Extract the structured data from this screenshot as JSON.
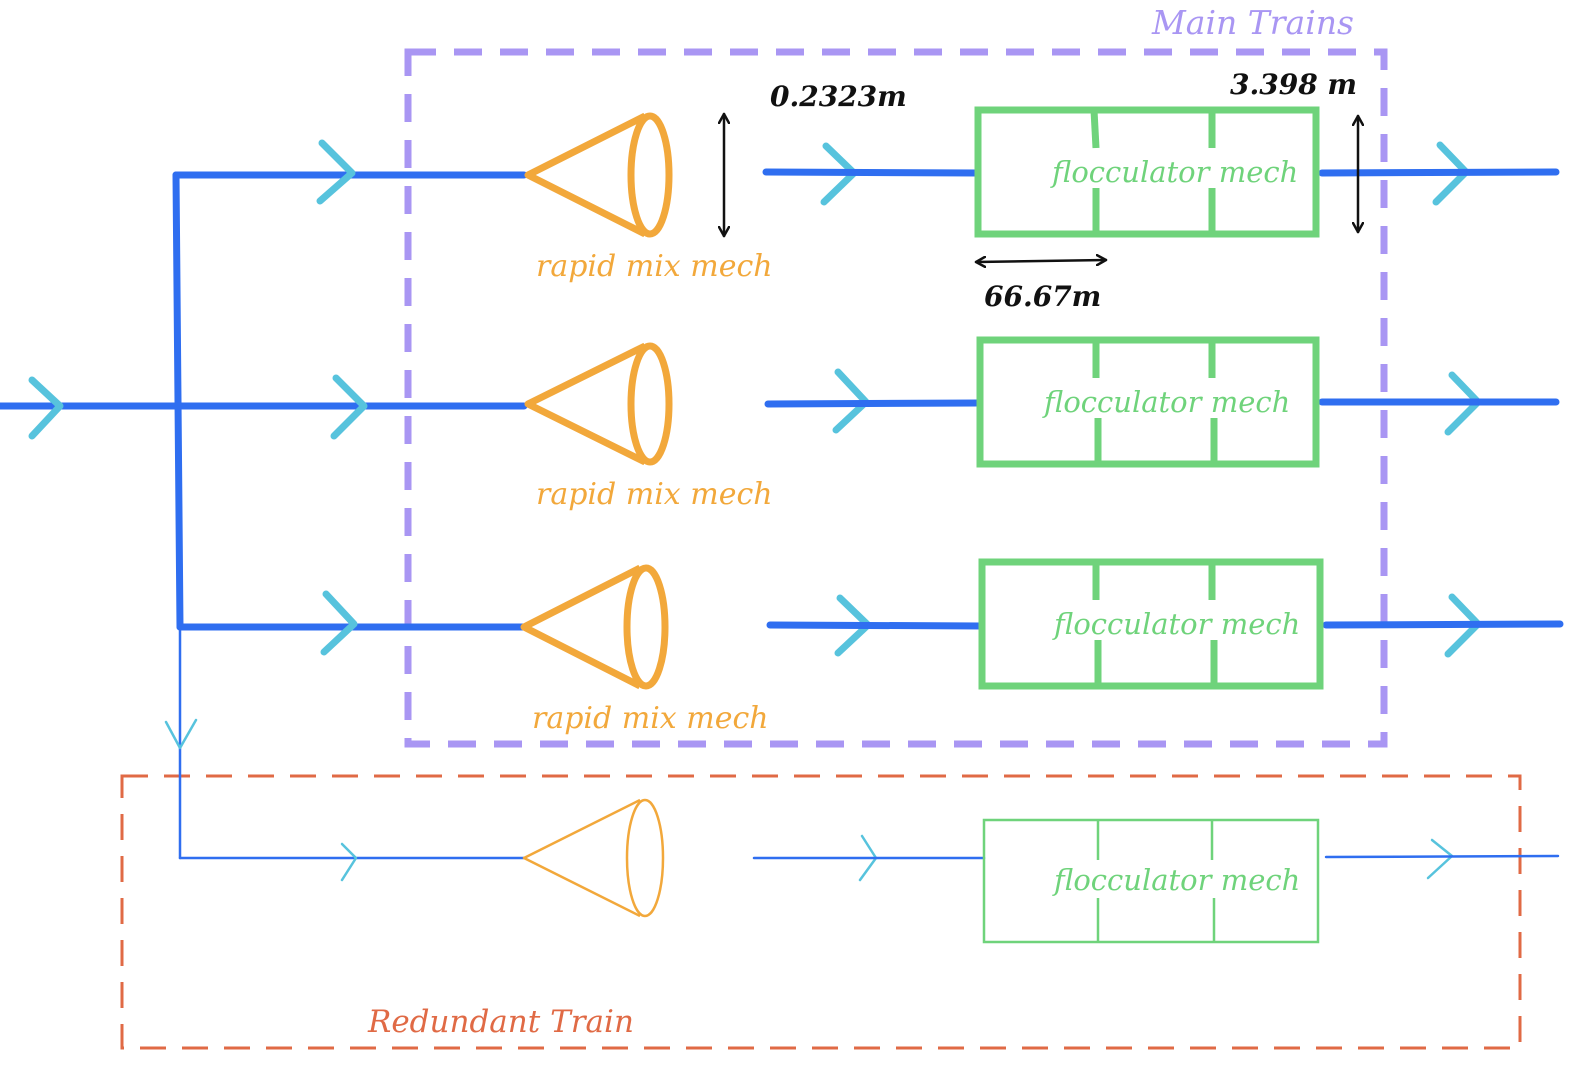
{
  "diagram": {
    "main_group_label": "Main Trains",
    "redundant_group_label": "Redundant Train",
    "rapid_mix_label": "rapid mix mech",
    "flocculator_label": "flocculator mech",
    "dimension_diameter": "0.2323m",
    "dimension_height": "3.398 m",
    "dimension_length": "66.67m"
  },
  "colors": {
    "pipe": "#2f6ef0",
    "flow_arrow": "#57c3dd",
    "rapid_mix": "#f2a83b",
    "flocculator": "#6fd37b",
    "main_group": "#a996f3",
    "redundant_group": "#e06a45",
    "dimension": "#111111"
  },
  "icons": {
    "flow": "chevron-right-icon",
    "flow_down": "chevron-down-icon",
    "rapid_mix": "cone-icon",
    "dimension": "double-arrow-icon"
  }
}
